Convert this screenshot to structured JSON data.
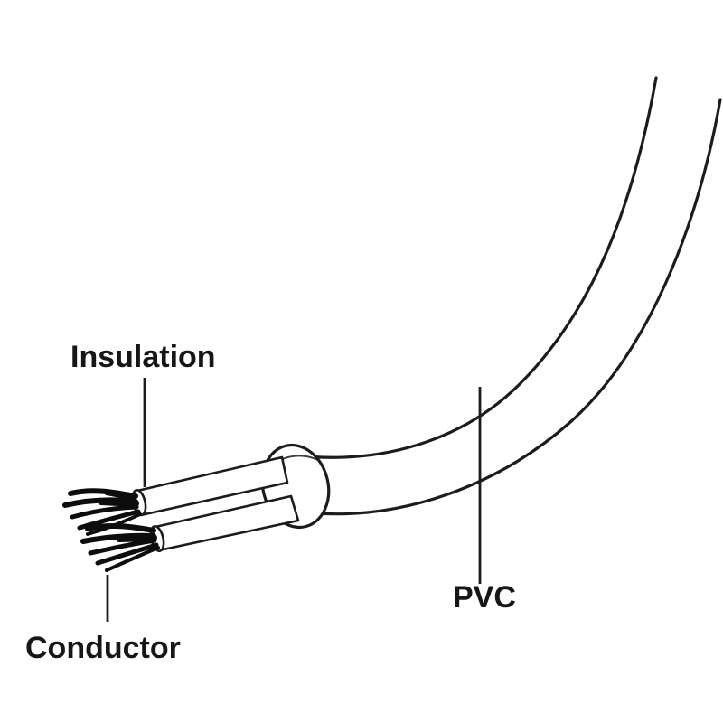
{
  "diagram": {
    "labels": {
      "insulation": "Insulation",
      "conductor": "Conductor",
      "pvc": "PVC"
    },
    "colors": {
      "ink": "#1c1c1c",
      "background": "#ffffff"
    }
  }
}
